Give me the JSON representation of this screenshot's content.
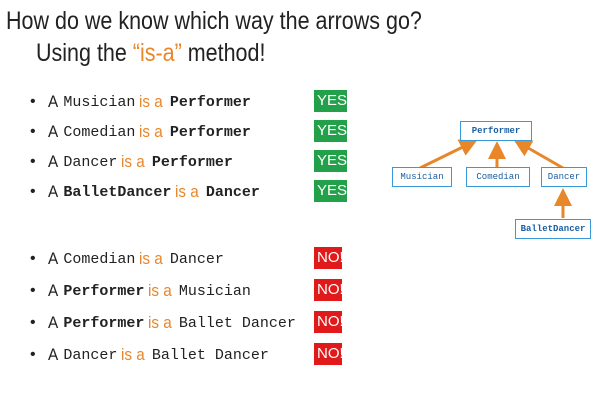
{
  "title": "How do we know which way the arrows go?",
  "subtitle": {
    "prefix": "Using the ",
    "highlight": "“is-a”",
    "suffix": " method!"
  },
  "is_a": "is a",
  "article": "A",
  "rows": [
    {
      "subject": "Musician",
      "object": "Performer",
      "answer": "YES!"
    },
    {
      "subject": "Comedian",
      "object": "Performer",
      "answer": "YES!"
    },
    {
      "subject": "Dancer",
      "object": "Performer",
      "answer": "YES!"
    },
    {
      "subject": "BalletDancer",
      "object": "Dancer",
      "answer": "YES!"
    },
    {
      "subject": "Comedian",
      "object": "Dancer",
      "answer": "NO!"
    },
    {
      "subject": "Performer",
      "object": "Musician",
      "answer": "NO!"
    },
    {
      "subject": "Performer",
      "object": "Ballet Dancer",
      "answer": "NO!"
    },
    {
      "subject": "Dancer",
      "object": "Ballet Dancer",
      "answer": "NO!"
    }
  ],
  "diagram": {
    "performer": "Performer",
    "musician": "Musician",
    "comedian": "Comedian",
    "dancer": "Dancer",
    "ballet_dancer": "BalletDancer"
  },
  "colors": {
    "accent": "#e8862a",
    "yes": "#22a04a",
    "no": "#e01a1a",
    "box_border": "#3a9ad9",
    "box_text": "#1a5fa0"
  }
}
